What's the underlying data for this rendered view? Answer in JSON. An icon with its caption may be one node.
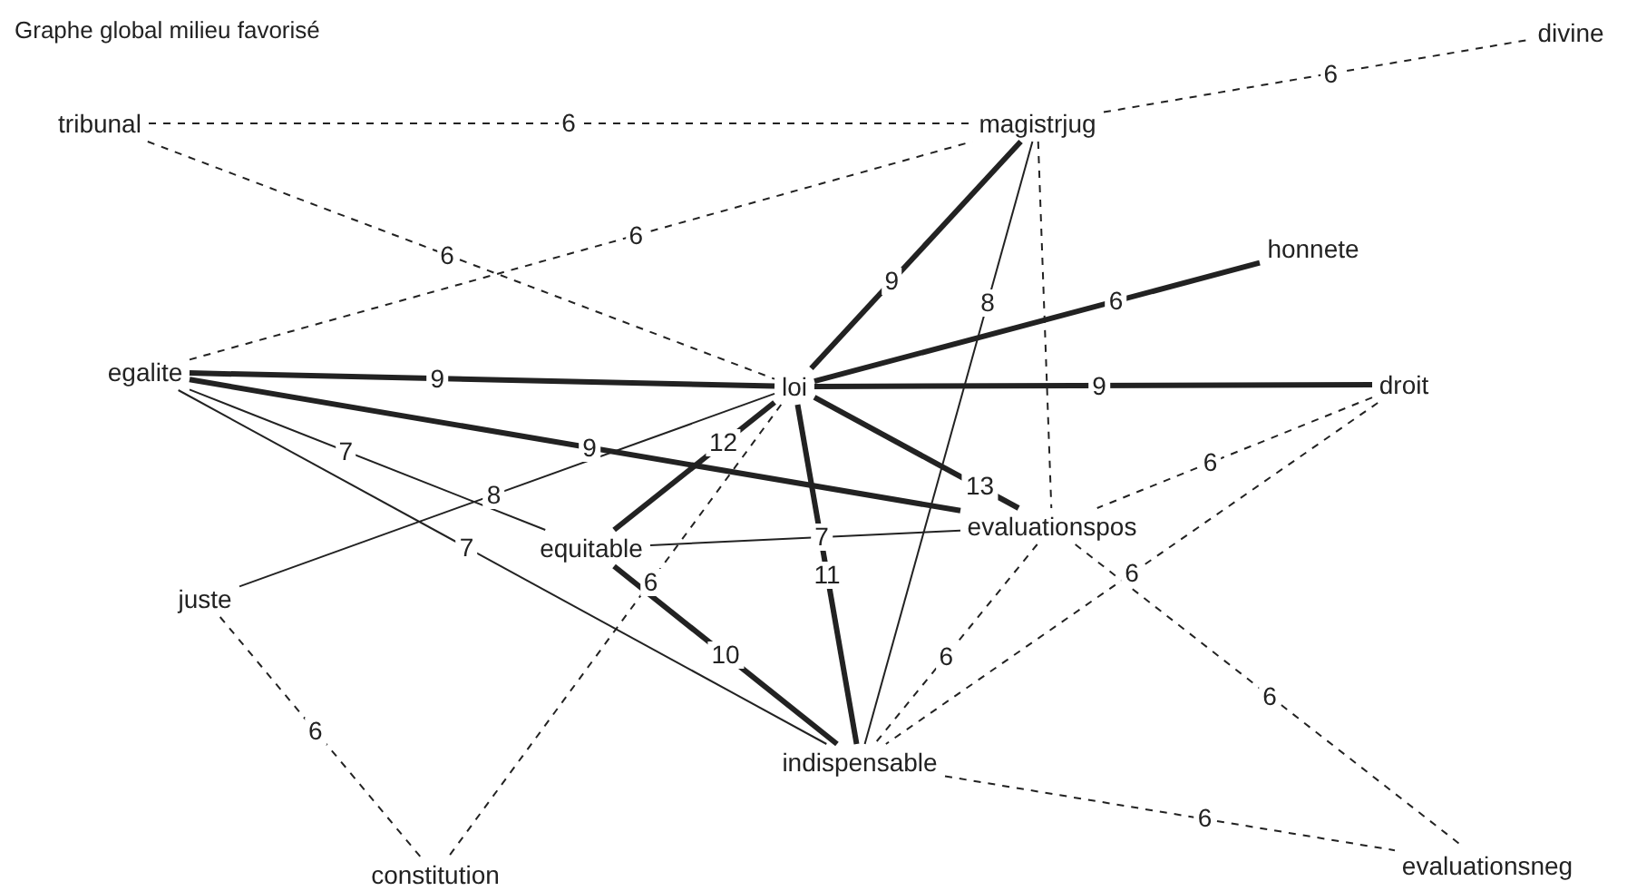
{
  "diagram": {
    "title": "Graphe global milieu favorisé",
    "nodes": [
      {
        "text": [
          "tribunal"
        ]
      },
      {
        "text": [
          "magistrjug"
        ]
      },
      {
        "text": [
          "divine"
        ]
      },
      {
        "text": [
          "honnete"
        ]
      },
      {
        "text": [
          "egalite"
        ]
      },
      {
        "text": [
          "loi"
        ]
      },
      {
        "text": [
          "droit"
        ]
      },
      {
        "text": [
          "evaluationspos"
        ]
      },
      {
        "text": [
          "equitable"
        ]
      },
      {
        "text": [
          "juste"
        ]
      },
      {
        "text": [
          "indispensable"
        ]
      },
      {
        "text": [
          "evaluationsneg"
        ]
      },
      {
        "text": [
          "constitution"
        ]
      }
    ],
    "edges": [
      {
        "from": 0,
        "to": 1,
        "arrow": "none",
        "label": "6",
        "style": "dashed"
      },
      {
        "from": 0,
        "to": 5,
        "arrow": "none",
        "label": "6",
        "style": "dashed"
      },
      {
        "from": 1,
        "to": 2,
        "arrow": "none",
        "label": "6",
        "style": "dashed"
      },
      {
        "from": 4,
        "to": 1,
        "arrow": "none",
        "label": "6",
        "style": "dashed"
      },
      {
        "from": 1,
        "to": 5,
        "arrow": "none",
        "label": "9",
        "style": "thick"
      },
      {
        "from": 1,
        "to": 10,
        "arrow": "none",
        "label": "8"
      },
      {
        "from": 1,
        "to": 7,
        "arrow": "none",
        "style": "dashed"
      },
      {
        "from": 5,
        "to": 3,
        "arrow": "none",
        "label": "6",
        "style": "thick"
      },
      {
        "from": 4,
        "to": 5,
        "arrow": "none",
        "label": "9",
        "style": "thick"
      },
      {
        "from": 5,
        "to": 6,
        "arrow": "none",
        "label": "9",
        "style": "thick"
      },
      {
        "from": 4,
        "to": 7,
        "arrow": "none",
        "label": "9",
        "style": "thick"
      },
      {
        "from": 4,
        "to": 8,
        "arrow": "none",
        "label": "7"
      },
      {
        "from": 4,
        "to": 10,
        "arrow": "none",
        "label": "7"
      },
      {
        "from": 9,
        "to": 5,
        "arrow": "none",
        "label": "8"
      },
      {
        "from": 5,
        "to": 8,
        "arrow": "none",
        "label": "12",
        "style": "thick"
      },
      {
        "from": 5,
        "to": 7,
        "arrow": "none",
        "label": "13",
        "style": "thick"
      },
      {
        "from": 5,
        "to": 10,
        "arrow": "none",
        "label": "11",
        "style": "thick"
      },
      {
        "from": 5,
        "to": 12,
        "arrow": "none",
        "label": "6",
        "style": "dashed"
      },
      {
        "from": 8,
        "to": 7,
        "arrow": "none",
        "label": "7"
      },
      {
        "from": 8,
        "to": 10,
        "arrow": "none",
        "label": "10",
        "style": "thick"
      },
      {
        "from": 9,
        "to": 12,
        "arrow": "none",
        "label": "6",
        "style": "dashed"
      },
      {
        "from": 6,
        "to": 7,
        "arrow": "none",
        "label": "6",
        "style": "dashed"
      },
      {
        "from": 6,
        "to": 10,
        "arrow": "none",
        "label": "6",
        "style": "dashed"
      },
      {
        "from": 7,
        "to": 10,
        "arrow": "none",
        "label": "6",
        "style": "dashed"
      },
      {
        "from": 7,
        "to": 11,
        "arrow": "none",
        "label": "6",
        "style": "dashed"
      },
      {
        "from": 10,
        "to": 11,
        "arrow": "none",
        "label": "6",
        "style": "dashed"
      }
    ]
  }
}
